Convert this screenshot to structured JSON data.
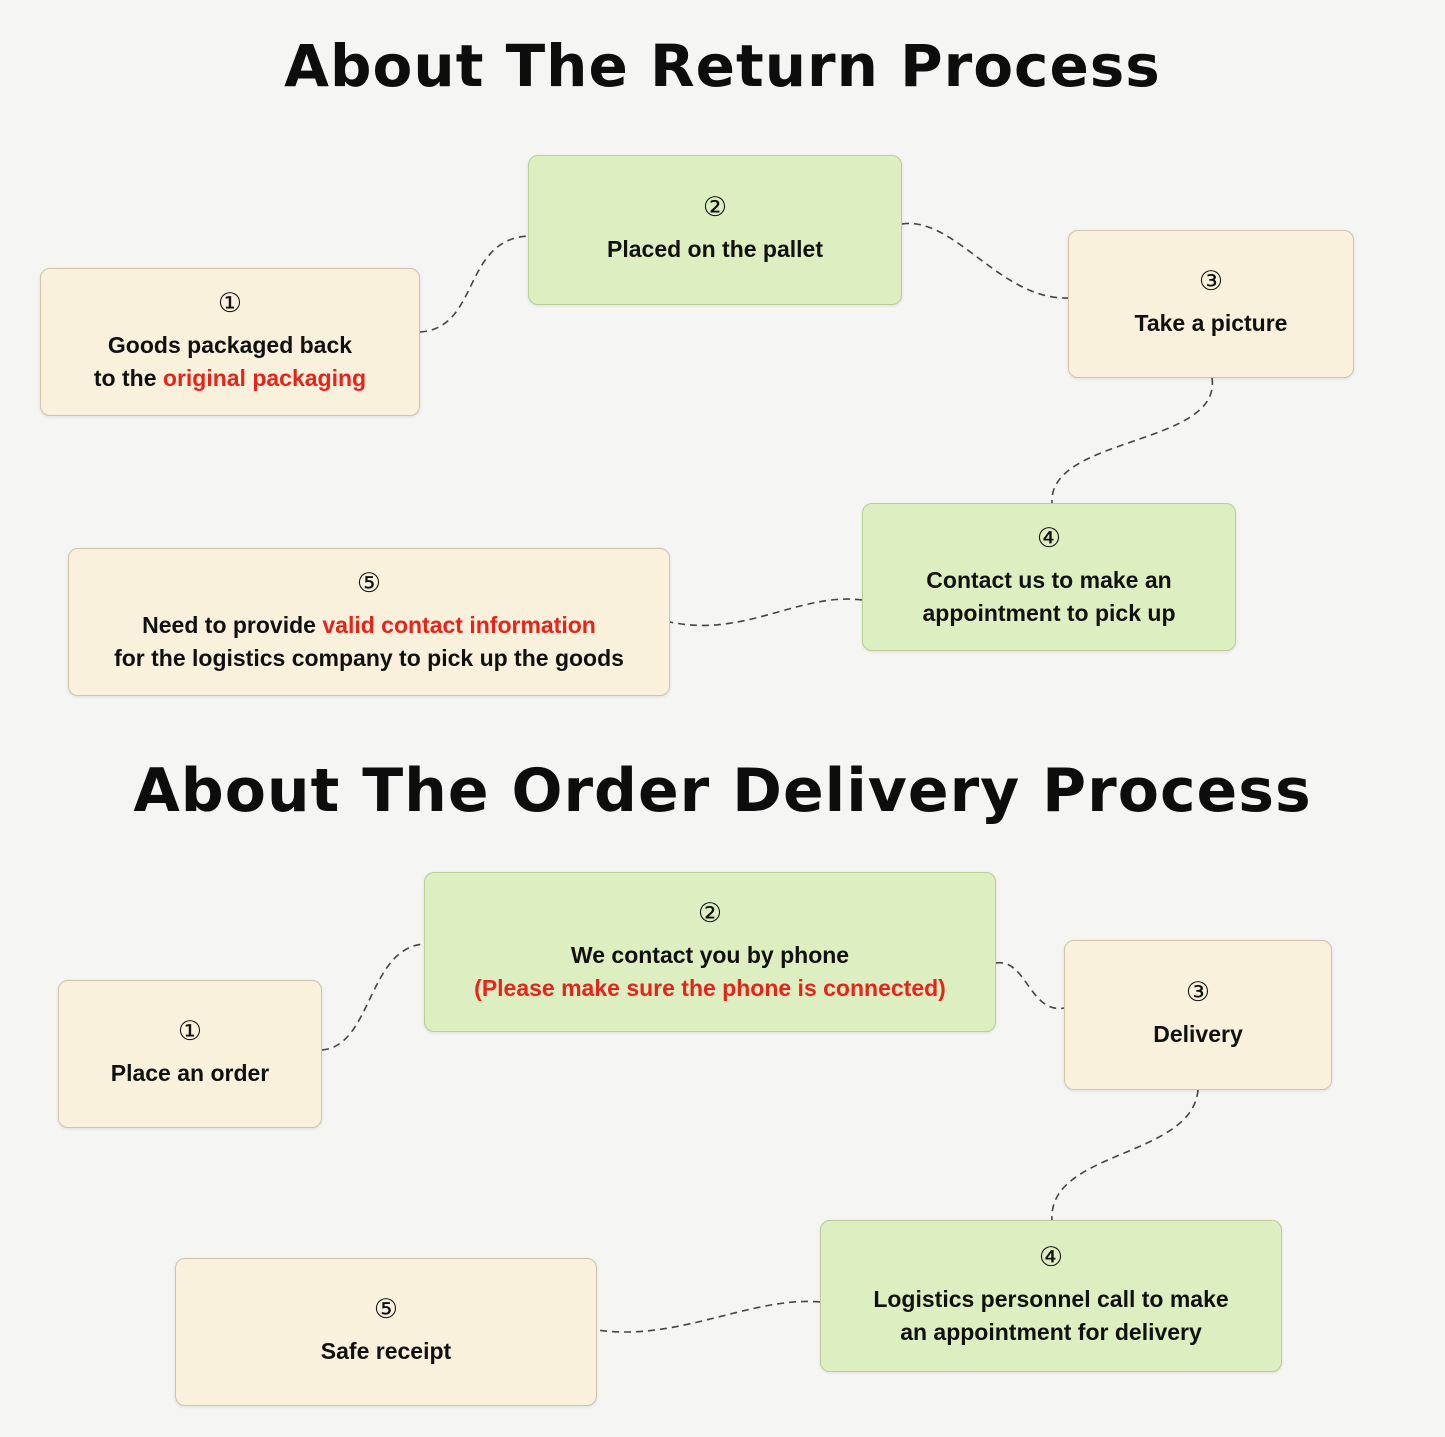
{
  "colors": {
    "background": "#f5f5f4",
    "cream_box": "#faf1dc",
    "green_box": "#ddeec1",
    "text": "#111111",
    "accent_red": "#e8231a",
    "connector": "#444444"
  },
  "return_section": {
    "title": "About The Return Process",
    "boxes": {
      "b1": {
        "num": "①",
        "line1": "Goods packaged back",
        "line2_black": "to the ",
        "line2_red": "original packaging"
      },
      "b2": {
        "num": "②",
        "line1": "Placed on the pallet"
      },
      "b3": {
        "num": "③",
        "line1": "Take a picture"
      },
      "b4": {
        "num": "④",
        "line1": "Contact us to make an",
        "line2": "appointment to pick up"
      },
      "b5": {
        "num": "⑤",
        "line1_black": "Need to provide ",
        "line1_red": "valid contact information",
        "line2": "for the logistics company to pick up the goods"
      }
    }
  },
  "delivery_section": {
    "title": "About The Order Delivery Process",
    "boxes": {
      "b1": {
        "num": "①",
        "line1": "Place an order"
      },
      "b2": {
        "num": "②",
        "line1": "We contact you by phone",
        "line2_red": "(Please make sure the phone is connected)"
      },
      "b3": {
        "num": "③",
        "line1": "Delivery"
      },
      "b4": {
        "num": "④",
        "line1": "Logistics personnel call to make",
        "line2": "an appointment for delivery"
      },
      "b5": {
        "num": "⑤",
        "line1": "Safe receipt"
      }
    }
  }
}
